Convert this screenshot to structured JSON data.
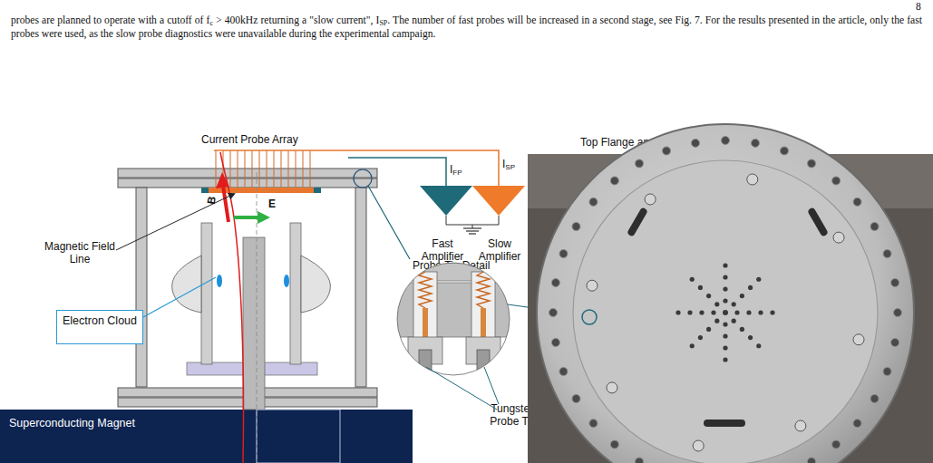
{
  "diagram": {
    "nodes": [
      {
        "text": [
          "Electron Cloud"
        ]
      },
      {
        "text": [
          "Superconducting Magnet"
        ]
      }
    ],
    "labels": [
      "8",
      "probes are planned to operate with a cutoff of ",
      "f",
      "c",
      " > 400kHz returning a \"slow current\", ",
      "I",
      "SP",
      ". The number of fast probes will be increased in a second stage, see Fig. 7. For the results presented in the article, only the fast probes were used, as the slow probe diagnostics were unavailable during the experimental campaign.",
      "Current Probe Array",
      "I",
      "FP",
      "I",
      "SP",
      "B",
      "E",
      "Magnetic Field Line",
      "Fast Amplifier",
      "Slow Amplifier",
      "Probe Tip Detail",
      "Tungsten Probe Tip",
      "Top Flange and Current Probe Array"
    ]
  }
}
